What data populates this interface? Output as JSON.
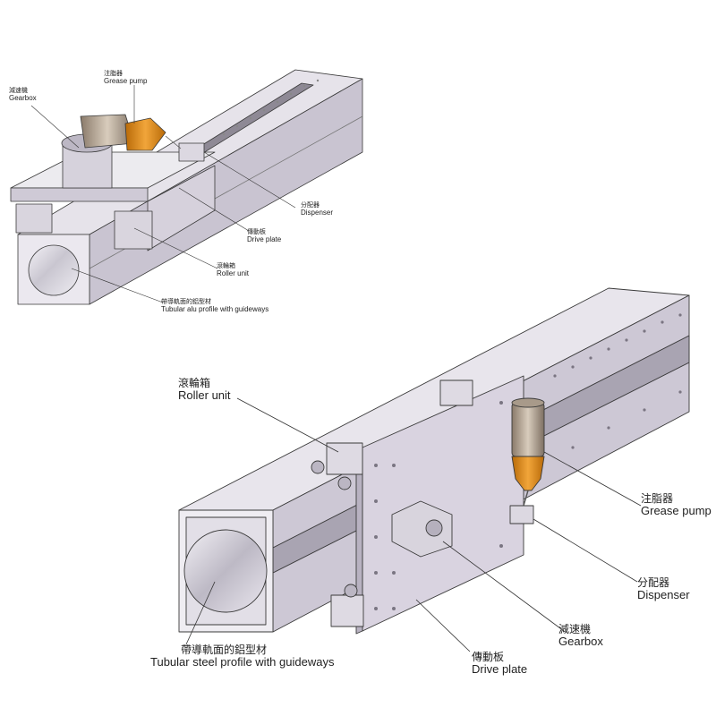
{
  "top_diagram": {
    "labels": {
      "grease_pump": {
        "zh": "注脂器",
        "en": "Grease pump"
      },
      "gearbox": {
        "zh": "減速機",
        "en": "Gearbox"
      },
      "dispenser": {
        "zh": "分配器",
        "en": "Dispenser"
      },
      "drive_plate": {
        "zh": "傳動板",
        "en": "Drive plate"
      },
      "roller_unit": {
        "zh": "滾輪箱",
        "en": "Roller unit"
      },
      "profile": {
        "zh": "帶導軌面的鋁型材",
        "en": "Tubular alu profile with guideways"
      }
    }
  },
  "bottom_diagram": {
    "labels": {
      "roller_unit": {
        "zh": "滾輪箱",
        "en": "Roller unit"
      },
      "grease_pump": {
        "zh": "注脂器",
        "en": "Grease pump"
      },
      "dispenser": {
        "zh": "分配器",
        "en": "Dispenser"
      },
      "gearbox": {
        "zh": "減速機",
        "en": "Gearbox"
      },
      "drive_plate": {
        "zh": "傳動板",
        "en": "Drive plate"
      },
      "profile": {
        "zh": "帶導軌面的鋁型材",
        "en": "Tubular steel profile with guideways"
      }
    }
  },
  "colors": {
    "frame_light": "#dcd7e3",
    "frame_mid": "#c8c2d0",
    "frame_dark": "#8a8592",
    "pump_orange": "#d88a1a",
    "outline": "#3a3a3a"
  }
}
